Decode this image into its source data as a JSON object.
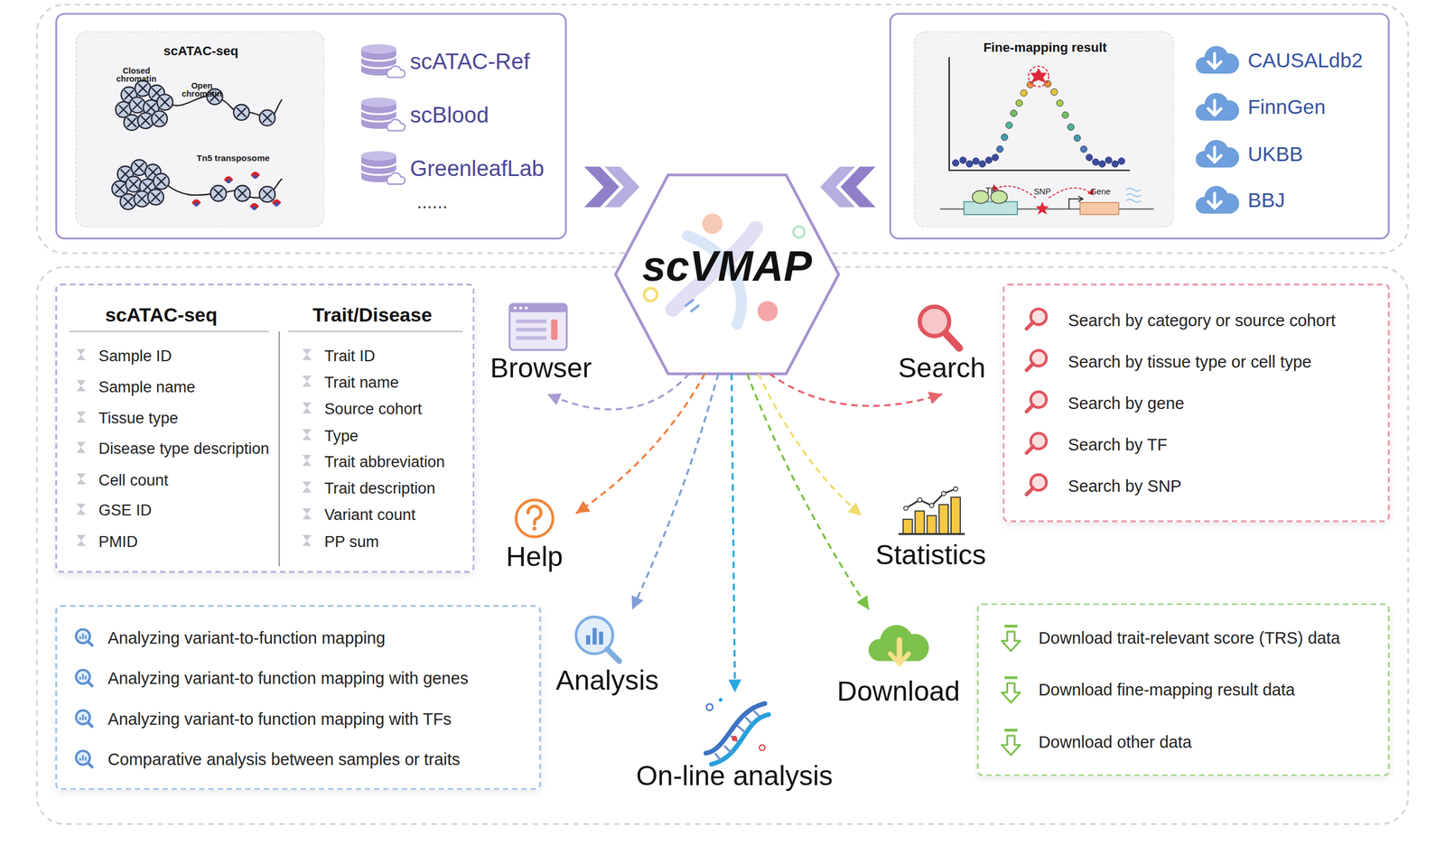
{
  "diagram": {
    "nodes": [
      {
        "text": [
          "scATAC-Ref",
          "scBlood",
          "GreenleafLab",
          "......"
        ]
      },
      {
        "text": [
          "scATAC-seq"
        ],
        "in": 0
      },
      {
        "text": [
          "CAUSALdb2",
          "FinnGen",
          "UKBB",
          "BBJ"
        ]
      },
      {
        "text": [
          "Fine-mapping result"
        ],
        "in": 2
      },
      {
        "text": [
          "scVMAP"
        ]
      },
      {
        "text": [
          "Browser"
        ]
      },
      {
        "text": [
          "scATAC-seq",
          "Sample ID",
          "Sample name",
          "Tissue type",
          "Disease type description",
          "Cell count",
          "GSE ID",
          "PMID",
          "Trait/Disease",
          "Trait ID",
          "Trait name",
          "Source cohort",
          "Type",
          "Trait abbreviation",
          "Trait description",
          "Variant count",
          "PP sum"
        ]
      },
      {
        "text": [
          "Search"
        ]
      },
      {
        "text": [
          "Search by category or source cohort",
          "Search by tissue type or cell type",
          "Search by gene",
          "Search by TF",
          "Search by SNP"
        ]
      },
      {
        "text": [
          "Help"
        ]
      },
      {
        "text": [
          "Statistics"
        ]
      },
      {
        "text": [
          "Analyzing variant-to-function mapping",
          "Analyzing variant-to function mapping with genes",
          "Analyzing variant-to function mapping with TFs",
          "Comparative analysis between samples or traits"
        ]
      },
      {
        "text": [
          "Analysis"
        ]
      },
      {
        "text": [
          "On-line analysis"
        ]
      },
      {
        "text": [
          "Download"
        ]
      },
      {
        "text": [
          "Download trait-relevant score (TRS) data",
          "Download fine-mapping result data",
          "Download other data"
        ]
      }
    ],
    "edges": [
      {
        "from": 4,
        "to": 5,
        "arrow": "to"
      },
      {
        "from": 4,
        "to": 9,
        "arrow": "to"
      },
      {
        "from": 4,
        "to": 12,
        "arrow": "to"
      },
      {
        "from": 4,
        "to": 13,
        "arrow": "to"
      },
      {
        "from": 4,
        "to": 14,
        "arrow": "to"
      },
      {
        "from": 4,
        "to": 10,
        "arrow": "to"
      },
      {
        "from": 4,
        "to": 7,
        "arrow": "to"
      }
    ],
    "labels": [
      "Closed chromatin",
      "Open chromatin",
      "Tn5 transposome",
      "TF",
      "SNP",
      "Gene"
    ]
  }
}
